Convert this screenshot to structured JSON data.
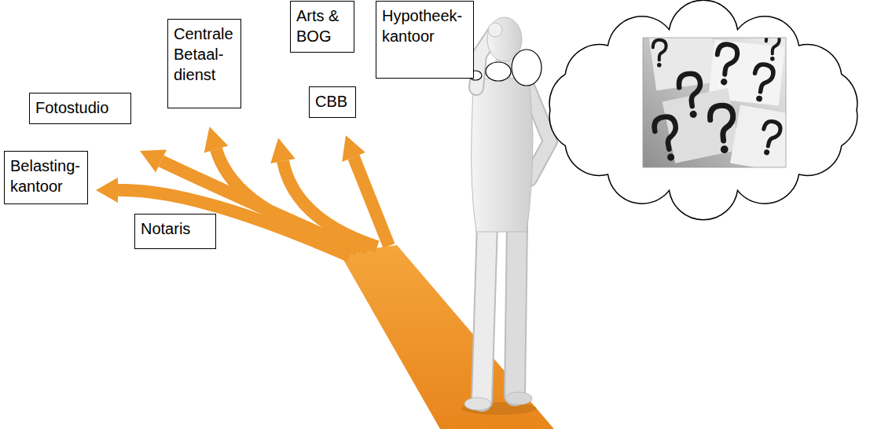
{
  "diagram": {
    "nodes": [
      {
        "text": [
          "Arts & BOG"
        ]
      },
      {
        "text": [
          "Hypotheek- kantoor"
        ]
      },
      {
        "text": [
          "Centrale Betaal- dienst"
        ]
      },
      {
        "text": [
          "CBB"
        ]
      },
      {
        "text": [
          "Fotostudio"
        ]
      },
      {
        "text": [
          "Belasting- kantoor"
        ]
      },
      {
        "text": [
          "Notaris"
        ]
      }
    ]
  }
}
